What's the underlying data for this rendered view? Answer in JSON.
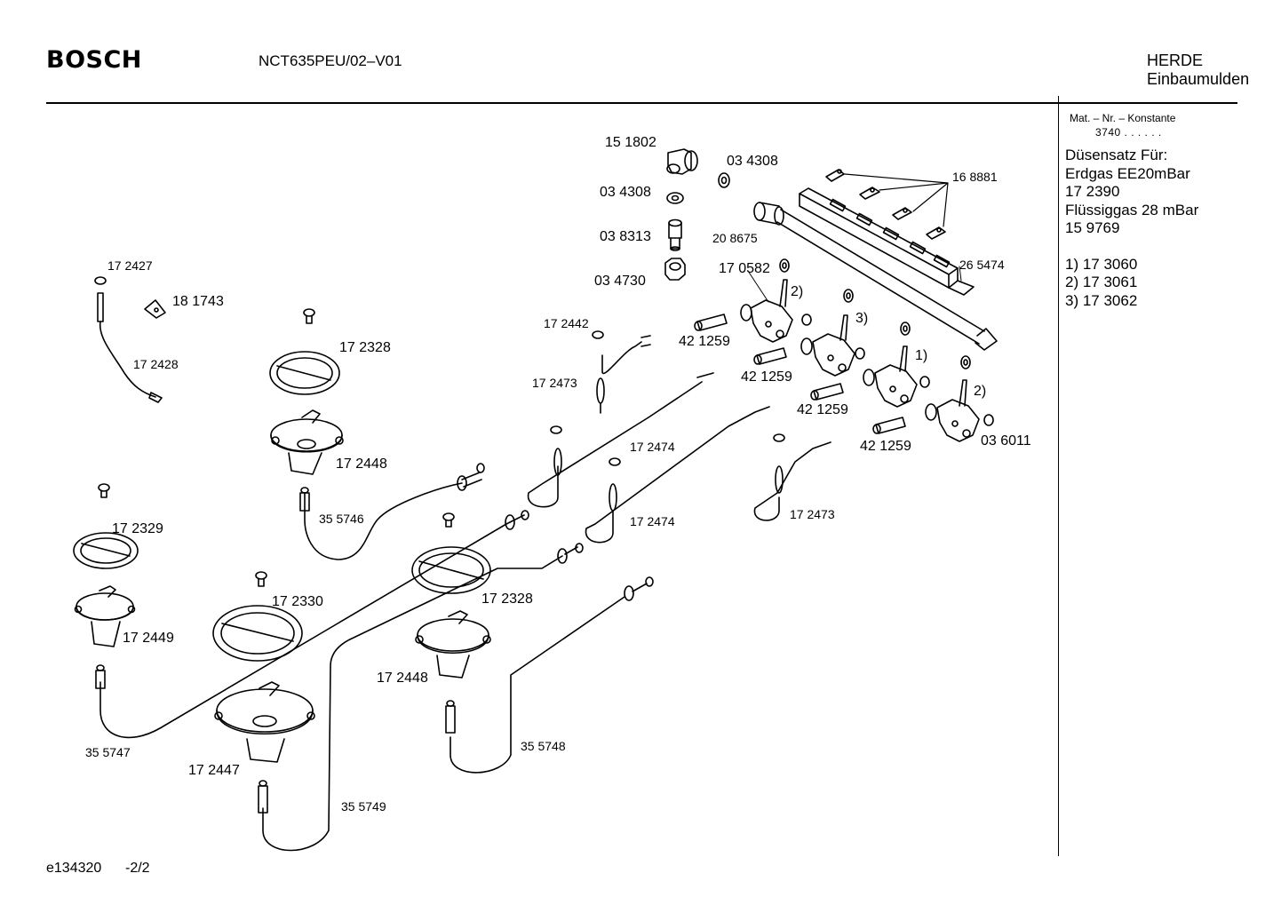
{
  "header": {
    "brand": "BOSCH",
    "model": "NCT635PEU/02–V01",
    "category_line1": "HERDE",
    "category_line2": "Einbaumulden"
  },
  "sidebar": {
    "mat_label": "Mat. – Nr. – Konstante",
    "mat_value": "3740  .  .   .  .  .  .",
    "lines": [
      "Düsensatz Für:",
      "Erdgas EE20mBar",
      "17 2390",
      "Flüssiggas 28 mBar",
      "15 9769",
      "",
      "1) 17 3060",
      "2) 17 3061",
      "3) 17 3062"
    ]
  },
  "parts": {
    "p151802": "15 1802",
    "p034308a": "03 4308",
    "p034308b": "03 4308",
    "p038313": "03 8313",
    "p208675": "20 8675",
    "p034730": "03 4730",
    "p170582": "17 0582",
    "p168881": "16 8881",
    "p265474": "26 5474",
    "p172427": "17 2427",
    "p181743": "18 1743",
    "p172428": "17 2428",
    "p172328a": "17 2328",
    "p172442": "17 2442",
    "p172473a": "17 2473",
    "p421259a": "42 1259",
    "p421259b": "42 1259",
    "p421259c": "42 1259",
    "p421259d": "42 1259",
    "p036011": "03 6011",
    "note2a": "2)",
    "note3": "3)",
    "note1": "1)",
    "note2b": "2)",
    "p172448a": "17 2448",
    "p355746": "35 5746",
    "p172474a": "17 2474",
    "p172474b": "17 2474",
    "p172473b": "17 2473",
    "p172329": "17 2329",
    "p172330": "17 2330",
    "p172328b": "17 2328",
    "p172449": "17 2449",
    "p172448b": "17 2448",
    "p355748": "35 5748",
    "p355747": "35 5747",
    "p172447": "17 2447",
    "p355749": "35 5749"
  },
  "footer": {
    "doc_id": "e134320",
    "page": "-2/2"
  }
}
